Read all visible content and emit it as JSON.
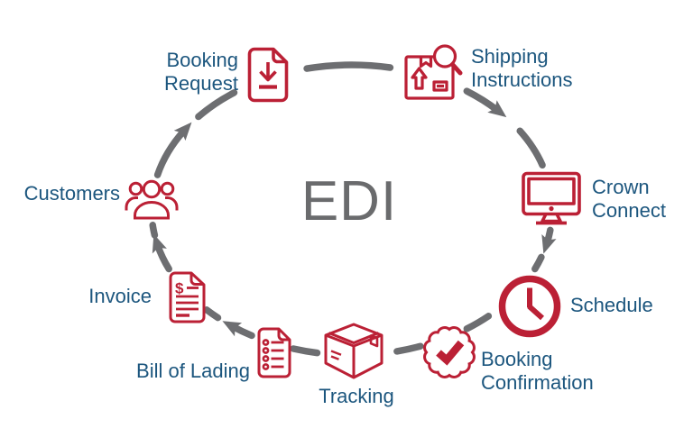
{
  "diagram": {
    "center_title": "EDI",
    "colors": {
      "icon_red": "#bb2035",
      "label_blue": "#1c567e",
      "arrow_gray": "#6d6e71",
      "title_gray": "#6a6b6d",
      "background": "#ffffff"
    },
    "flow_order": [
      "Customers",
      "Booking Request",
      "Shipping Instructions",
      "Crown Connect",
      "Schedule",
      "Booking Confirmation",
      "Tracking",
      "Bill of Lading",
      "Invoice"
    ],
    "stages": {
      "customers": {
        "label": "Customers",
        "icon": "people-group-icon"
      },
      "booking_request": {
        "line1": "Booking",
        "line2": "Request",
        "icon": "document-download-icon"
      },
      "shipping_instructions": {
        "line1": "Shipping",
        "line2": "Instructions",
        "icon": "package-search-icon"
      },
      "crown_connect": {
        "line1": "Crown",
        "line2": "Connect",
        "icon": "computer-monitor-icon"
      },
      "schedule": {
        "label": "Schedule",
        "icon": "clock-icon"
      },
      "booking_confirmation": {
        "line1": "Booking",
        "line2": "Confirmation",
        "icon": "verified-badge-icon"
      },
      "tracking": {
        "label": "Tracking",
        "icon": "package-box-icon"
      },
      "bill_of_lading": {
        "label": "Bill of Lading",
        "icon": "checklist-document-icon"
      },
      "invoice": {
        "label": "Invoice",
        "icon": "invoice-document-icon",
        "symbol": "$"
      }
    }
  }
}
